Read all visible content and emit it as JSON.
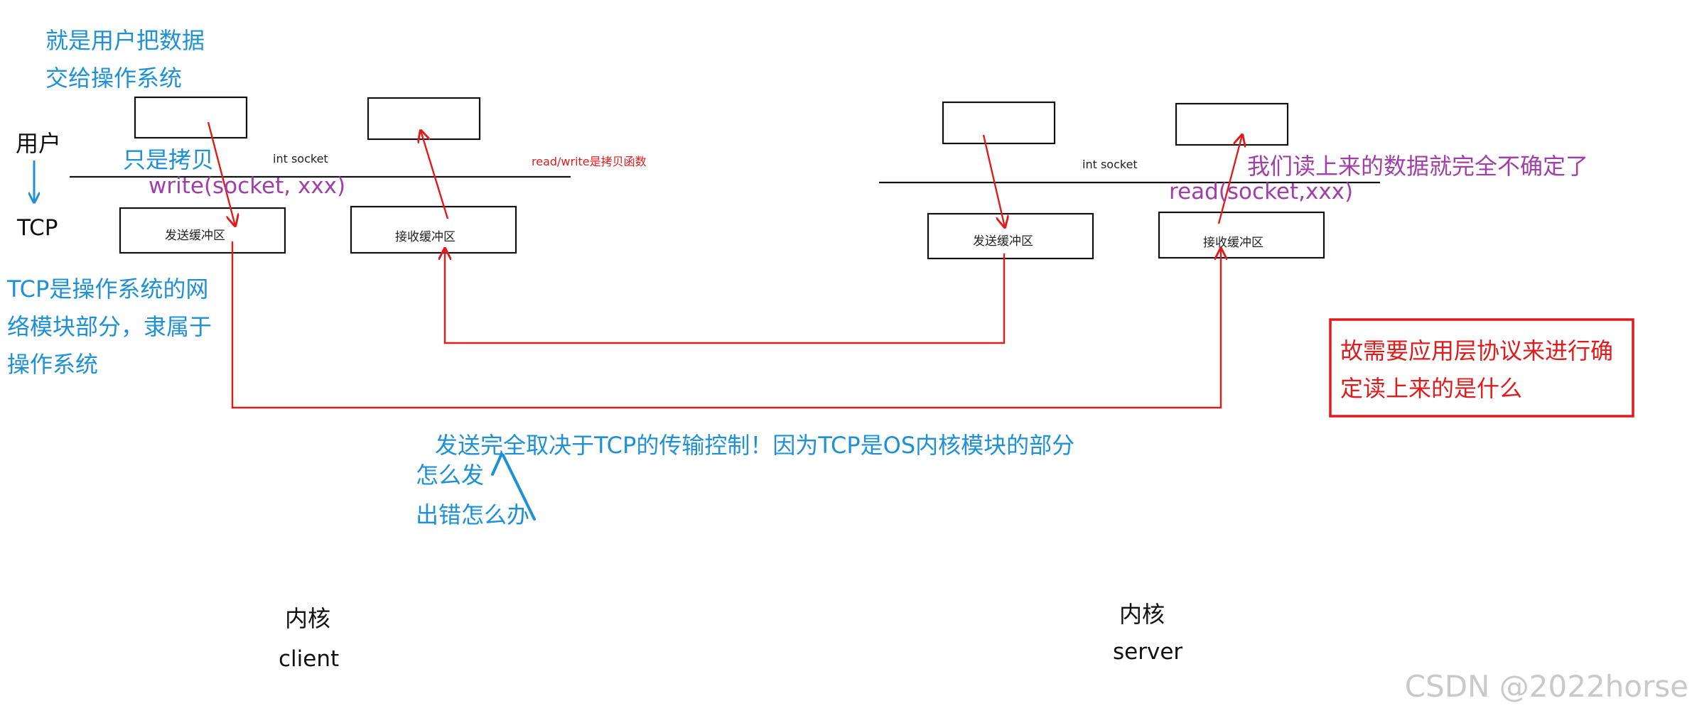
{
  "colors": {
    "blue": "#1e90d6",
    "purple": "#a03fa8",
    "red": "#e01b1b",
    "black": "#111111",
    "watermark": "#c9c9c9"
  },
  "notes": {
    "user_hand_over_line1": "就是用户把数据",
    "user_hand_over_line2": "交给操作系统",
    "user_label": "用户",
    "tcp_label": "TCP",
    "tcp_part_of_os_line1": "TCP是操作系统的网",
    "tcp_part_of_os_line2": "络模块部分，隶属于",
    "tcp_part_of_os_line3": "操作系统",
    "just_copy": "只是拷贝",
    "send_depends_on_tcp": "发送完全取决于TCP的传输控制！因为TCP是OS内核模块的部分",
    "how_to_send": "怎么发",
    "what_if_error": "出错怎么办",
    "read_uncertain": "我们读上来的数据就完全不确定了",
    "need_app_protocol_line1": "故需要应用层协议来进行确",
    "need_app_protocol_line2": "定读上来的是什么",
    "read_write_is_copy": "read/write是拷贝函数"
  },
  "client": {
    "socket_label": "int socket",
    "write_call": "write(socket, xxx)",
    "send_buffer": "发送缓冲区",
    "recv_buffer": "接收缓冲区",
    "kernel_label": "内核",
    "name": "client"
  },
  "server": {
    "socket_label": "int socket",
    "read_call": "read(socket,xxx)",
    "send_buffer": "发送缓冲区",
    "recv_buffer": "接收缓冲区",
    "kernel_label": "内核",
    "name": "server"
  },
  "watermark": "CSDN @2022horse"
}
